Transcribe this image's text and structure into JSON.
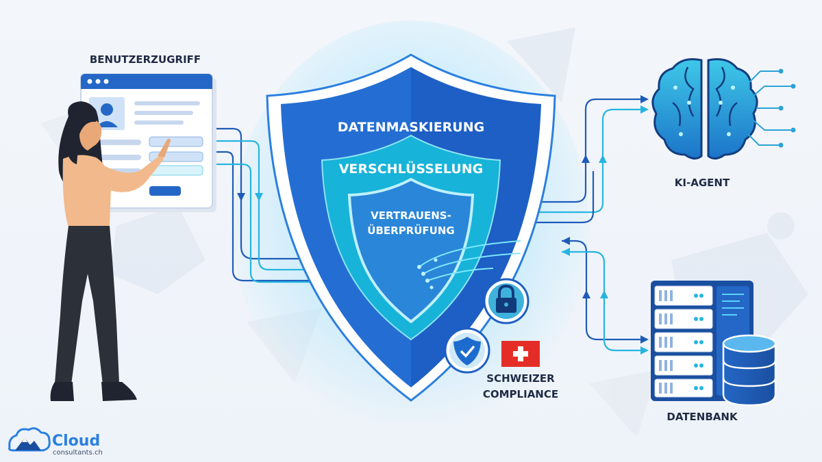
{
  "labels": {
    "user_access": "BENUTZERZUGRIFF",
    "ai_agent": "KI-AGENT",
    "database": "DATENBANK",
    "compliance_line1": "SCHWEIZER",
    "compliance_line2": "COMPLIANCE"
  },
  "shield": {
    "outer_layer": "DATENMASKIERUNG",
    "middle_layer": "VERSCHLÜSSELUNG",
    "inner_layer_line1": "VERTRAUENS-",
    "inner_layer_line2": "ÜBERPRÜFUNG"
  },
  "brand": {
    "name": "Cloud",
    "domain": "consultants.ch"
  },
  "icons": {
    "lock": "lock-icon",
    "shield_check": "shield-check-icon",
    "swiss_flag": "swiss-flag-icon",
    "brain": "brain-icon",
    "server": "server-icon",
    "database": "database-icon",
    "person": "person-icon",
    "browser": "browser-window-icon"
  },
  "colors": {
    "shield_outer": "#1d5fc4",
    "shield_middle": "#17b3d8",
    "shield_inner": "#2a86d8",
    "flow_dark": "#1e5bb8",
    "flow_light": "#26b5e0",
    "swiss_red": "#e52d27"
  }
}
